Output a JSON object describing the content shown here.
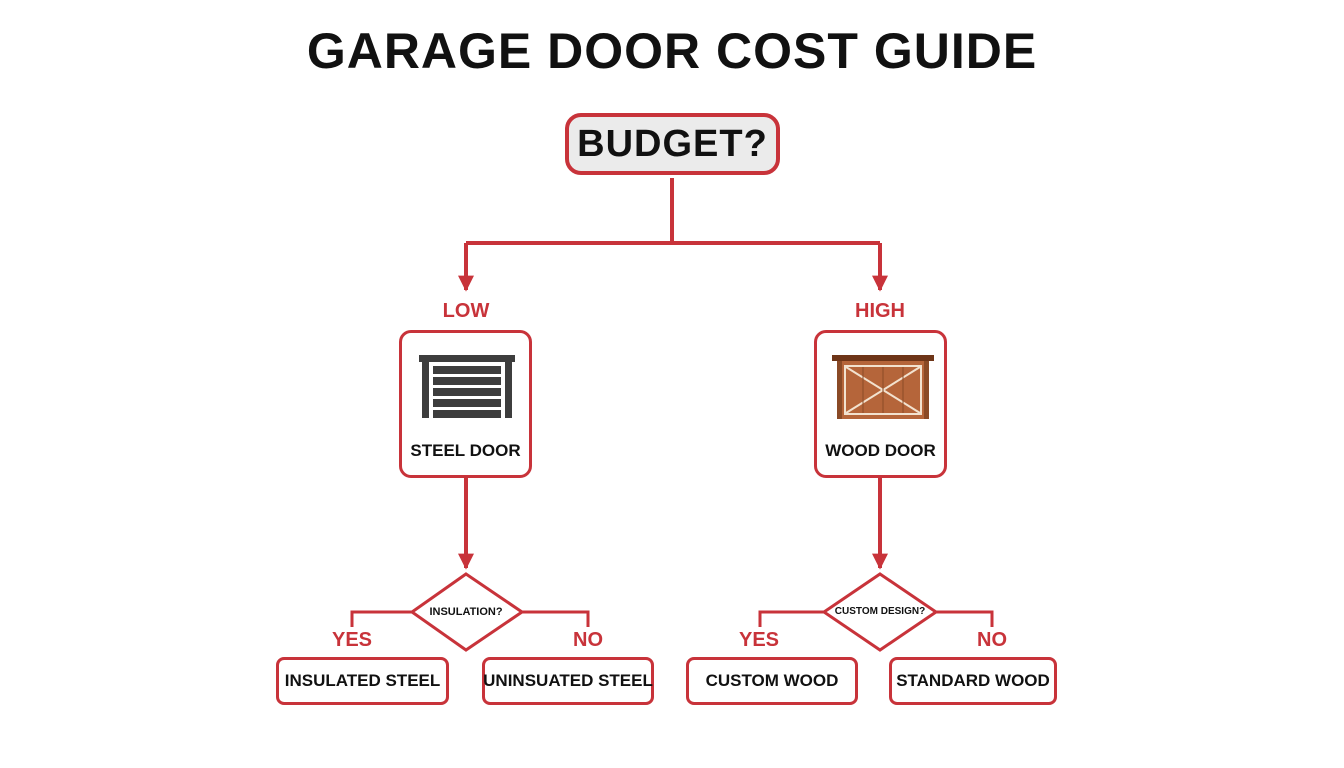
{
  "title": "GARAGE DOOR COST GUIDE",
  "root": {
    "label": "BUDGET?"
  },
  "branches": {
    "low": {
      "label": "LOW",
      "card_label": "STEEL DOOR",
      "icon": "steel-garage-door-icon",
      "question": "INSULATION?",
      "yes_label": "YES",
      "no_label": "NO",
      "yes_result": "INSULATED STEEL",
      "no_result": "UNINSUATED STEEL"
    },
    "high": {
      "label": "HIGH",
      "card_label": "WOOD DOOR",
      "icon": "wood-barn-door-icon",
      "question": "CUSTOM DESIGN?",
      "yes_label": "YES",
      "no_label": "NO",
      "yes_result": "CUSTOM WOOD",
      "no_result": "STANDARD WOOD"
    }
  },
  "colors": {
    "accent": "#c8333a",
    "root_fill": "#ebebeb",
    "steel": "#3d3d3d",
    "wood": "#b5653a",
    "wood_dark": "#6e3518"
  }
}
